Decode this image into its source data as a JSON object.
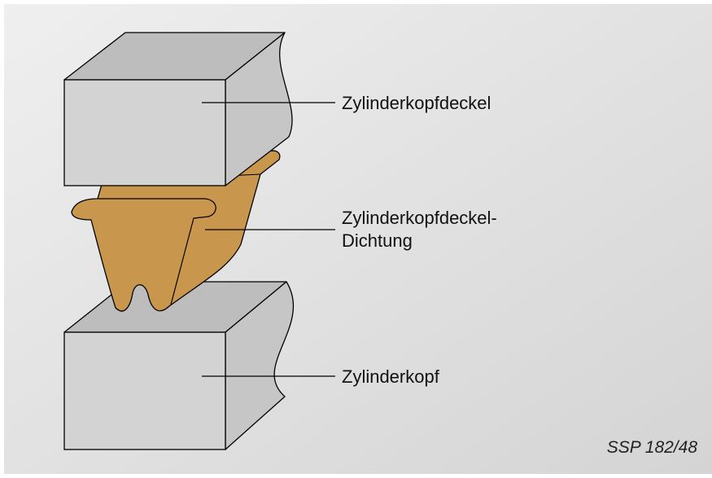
{
  "labels": {
    "cover": "Zylinderkopfdeckel",
    "gasket_line1": "Zylinderkopfdeckel-",
    "gasket_line2": "Dichtung",
    "head": "Zylinderkopf"
  },
  "reference": "SSP 182/48",
  "colors": {
    "background_light": "#ededed",
    "background_dark": "#d6d6d6",
    "block_front": "#d2d2d2",
    "block_top": "#bebebe",
    "block_side": "#c4c4c4",
    "gasket": "#c8974d",
    "outline": "#000000"
  }
}
